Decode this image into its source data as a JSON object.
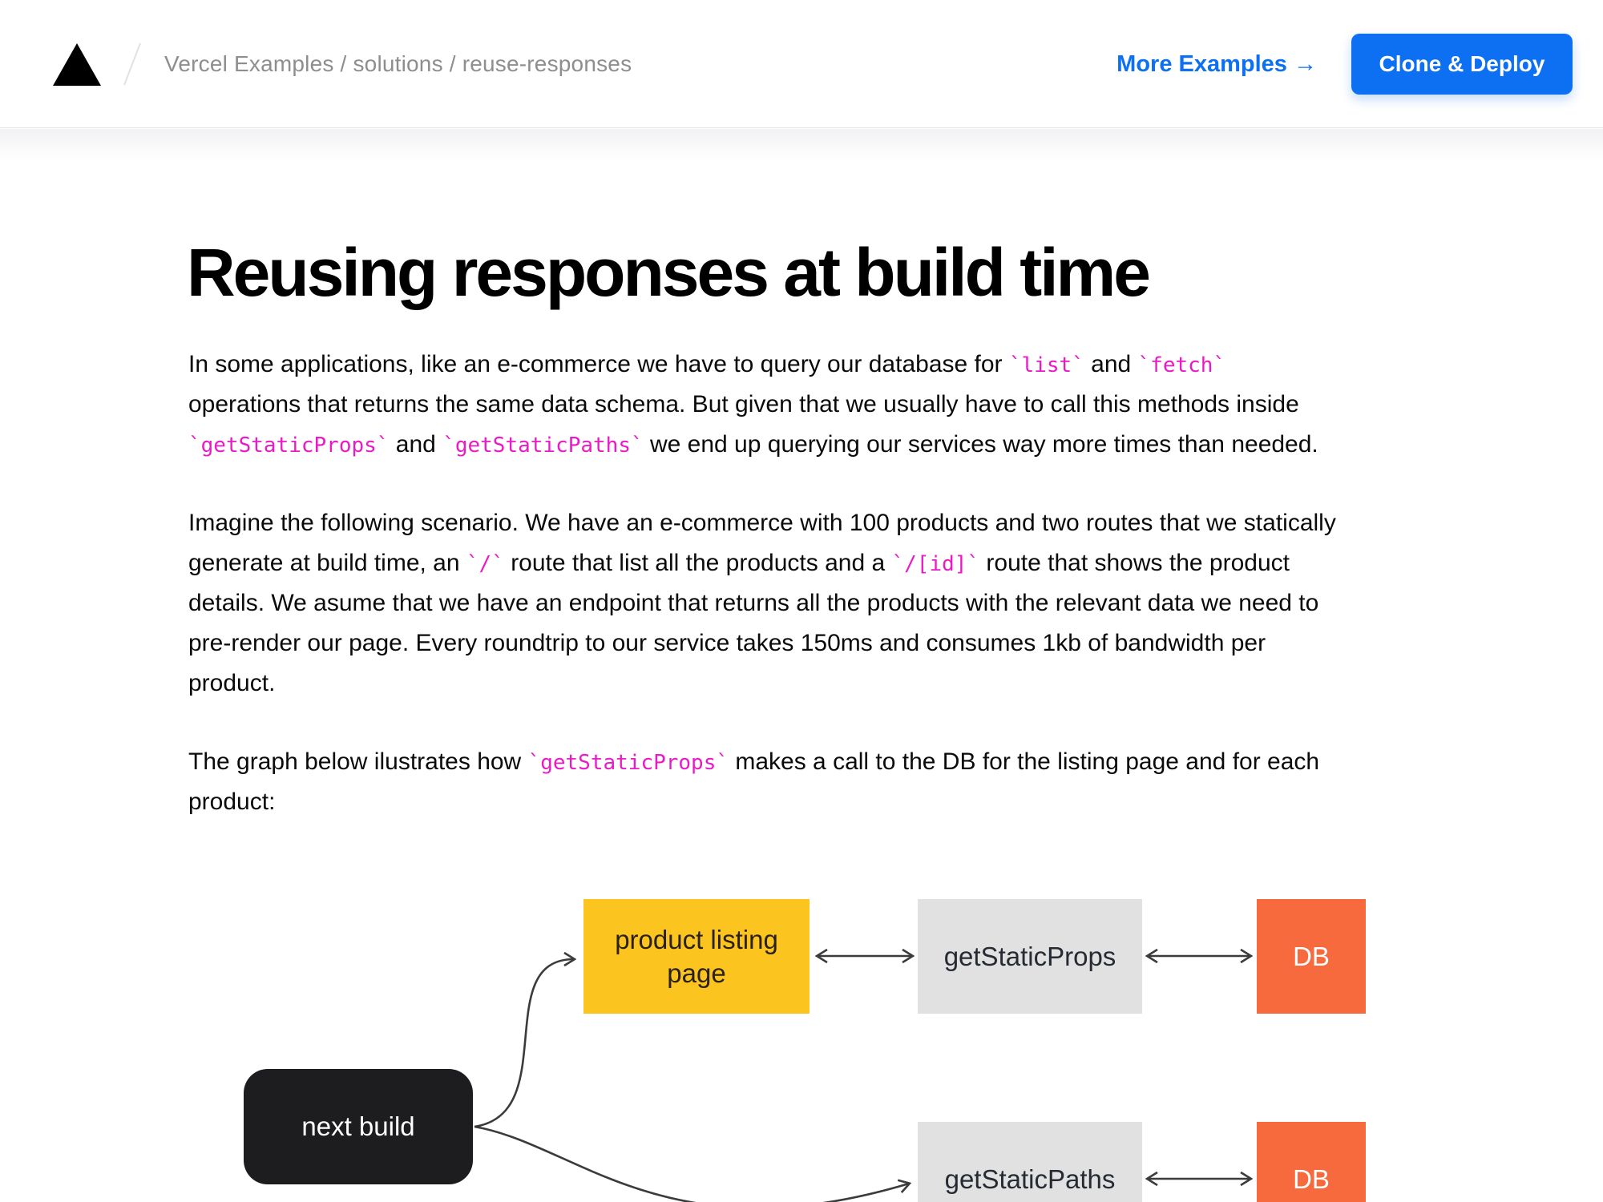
{
  "header": {
    "logo": "vercel-triangle-logo",
    "breadcrumb": "Vercel Examples / solutions / reuse-responses",
    "more_examples_label": "More Examples →",
    "clone_deploy_label": "Clone & Deploy"
  },
  "colors": {
    "accent_blue": "#0d6ff2",
    "code_pink": "#ea1ac6",
    "breadcrumb_gray": "#8e8e8e",
    "node_yellow": "#fcc41f",
    "node_gray": "#e1e1e1",
    "node_orange": "#f66a3e",
    "node_black": "#1d1d1f",
    "arrow_dark": "#3b3b3b"
  },
  "article": {
    "title": "Reusing responses at build time",
    "paragraphs": [
      {
        "lines": [
          [
            {
              "t": "text",
              "v": "In some applications, like an e-commerce we have to query our database for "
            },
            {
              "t": "code",
              "v": "`list`"
            },
            {
              "t": "text",
              "v": " and "
            },
            {
              "t": "code",
              "v": "`fetch`"
            }
          ],
          [
            {
              "t": "text",
              "v": "operations that returns the same data schema. But given that we usually have to call this methods inside"
            }
          ],
          [
            {
              "t": "code",
              "v": "`getStaticProps`"
            },
            {
              "t": "text",
              "v": " and "
            },
            {
              "t": "code",
              "v": "`getStaticPaths`"
            },
            {
              "t": "text",
              "v": " we end up querying our services way more times than needed."
            }
          ]
        ]
      },
      {
        "lines": [
          [
            {
              "t": "text",
              "v": "Imagine the following scenario. We have an e-commerce with 100 products and two routes that we statically"
            }
          ],
          [
            {
              "t": "text",
              "v": "generate at build time, an "
            },
            {
              "t": "code",
              "v": "`/`"
            },
            {
              "t": "text",
              "v": " route that list all the products and a "
            },
            {
              "t": "code",
              "v": "`/[id]`"
            },
            {
              "t": "text",
              "v": " route that shows the product"
            }
          ],
          [
            {
              "t": "text",
              "v": "details. We asume that we have an endpoint that returns all the products with the relevant data we need to"
            }
          ],
          [
            {
              "t": "text",
              "v": "pre-render our page. Every roundtrip to our service takes 150ms and consumes 1kb of bandwidth per"
            }
          ],
          [
            {
              "t": "text",
              "v": "product."
            }
          ]
        ]
      },
      {
        "lines": [
          [
            {
              "t": "text",
              "v": "The graph below ilustrates how "
            },
            {
              "t": "code",
              "v": "`getStaticProps`"
            },
            {
              "t": "text",
              "v": " makes a call to the DB for the listing page and for each"
            }
          ],
          [
            {
              "t": "text",
              "v": "product:"
            }
          ]
        ]
      }
    ]
  },
  "diagram": {
    "nodes": {
      "next_build": {
        "label": "next build"
      },
      "product_listing_page": {
        "label": "product listing page"
      },
      "get_static_props": {
        "label": "getStaticProps"
      },
      "db_top": {
        "label": "DB"
      },
      "get_static_paths": {
        "label": "getStaticPaths"
      },
      "db_bottom": {
        "label": "DB"
      }
    }
  }
}
